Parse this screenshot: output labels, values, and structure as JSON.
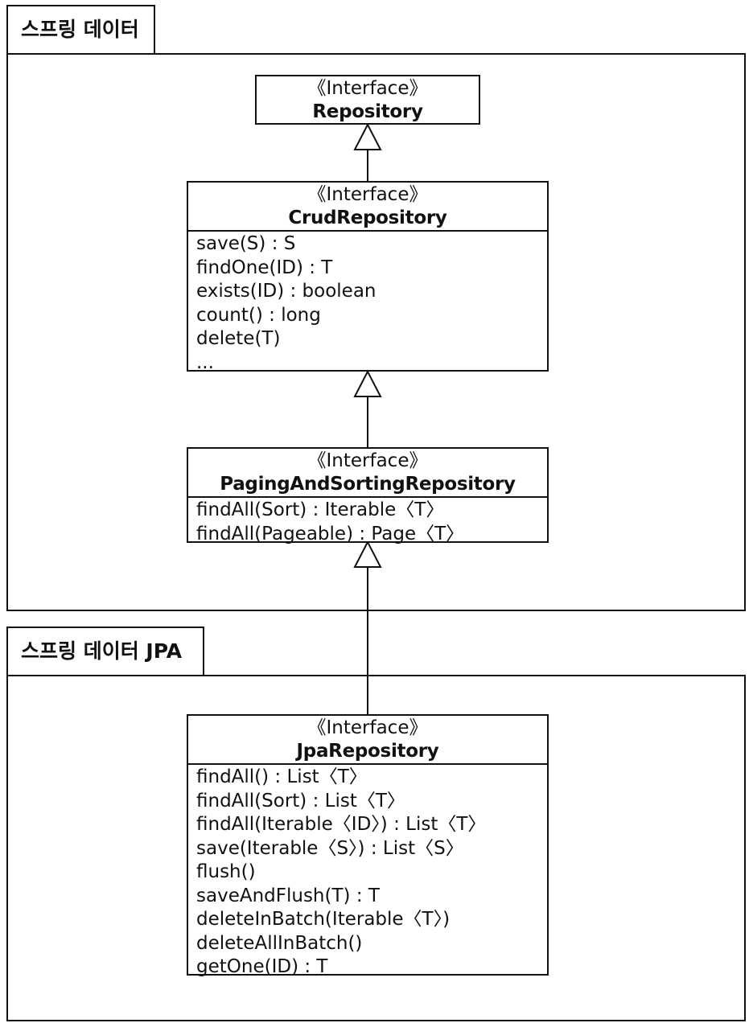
{
  "packages": [
    {
      "id": "spring-data",
      "label": "스프링 데이터"
    },
    {
      "id": "spring-data-jpa",
      "label": "스프링 데이터 JPA"
    }
  ],
  "classes": {
    "repository": {
      "stereotype": "《Interface》",
      "name": "Repository",
      "operations": []
    },
    "crud": {
      "stereotype": "《Interface》",
      "name": "CrudRepository",
      "operations": [
        "save(S) : S",
        "findOne(ID) : T",
        "exists(ID) : boolean",
        "count() : long",
        "delete(T)",
        "..."
      ]
    },
    "paging": {
      "stereotype": "《Interface》",
      "name": "PagingAndSortingRepository",
      "operations": [
        "findAll(Sort) : Iterable〈T〉",
        "findAll(Pageable) : Page〈T〉"
      ]
    },
    "jpa": {
      "stereotype": "《Interface》",
      "name": "JpaRepository",
      "operations": [
        "findAll() : List〈T〉",
        "findAll(Sort) : List〈T〉",
        "findAll(Iterable〈ID〉) : List〈T〉",
        "save(Iterable〈S〉) : List〈S〉",
        "flush()",
        "saveAndFlush(T) : T",
        "deleteInBatch(Iterable〈T〉)",
        "deleteAllInBatch()",
        "getOne(ID) : T"
      ]
    }
  },
  "relations": [
    {
      "from": "CrudRepository",
      "to": "Repository",
      "type": "generalization"
    },
    {
      "from": "PagingAndSortingRepository",
      "to": "CrudRepository",
      "type": "generalization"
    },
    {
      "from": "JpaRepository",
      "to": "PagingAndSortingRepository",
      "type": "generalization"
    }
  ]
}
